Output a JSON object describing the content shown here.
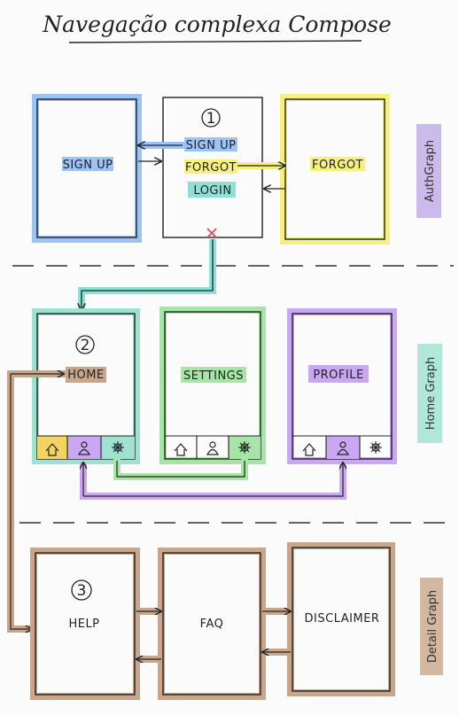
{
  "title": "Navegação complexa Compose",
  "colors": {
    "auth_signup": "#9cc3f5",
    "auth_forgot": "#f7ef7e",
    "auth_login": "#8de0d5",
    "home_teal": "#9ee2cf",
    "settings_green": "#a6e5a6",
    "profile_purple": "#c9a7f2",
    "detail_brown": "#c9a68a",
    "tab_home_active": "#f4d35e",
    "ink": "#222222"
  },
  "auth": {
    "number": "1",
    "screens": {
      "signup": "SIGN UP",
      "forgot": "FORGOT"
    },
    "main_items": [
      "SIGN UP",
      "FORGOT",
      "LOGIN"
    ],
    "side_label": "AuthGraph"
  },
  "home": {
    "number": "2",
    "screens": {
      "home": "HOME",
      "settings": "SETTINGS",
      "profile": "PROFILE"
    },
    "side_label": "Home Graph",
    "tab_icons": [
      "home-icon",
      "person-icon",
      "gear-icon"
    ]
  },
  "detail": {
    "number": "3",
    "screens": {
      "help": "HELP",
      "faq": "FAQ",
      "disclaimer": "DISCLAIMER"
    },
    "side_label": "Detail Graph"
  }
}
